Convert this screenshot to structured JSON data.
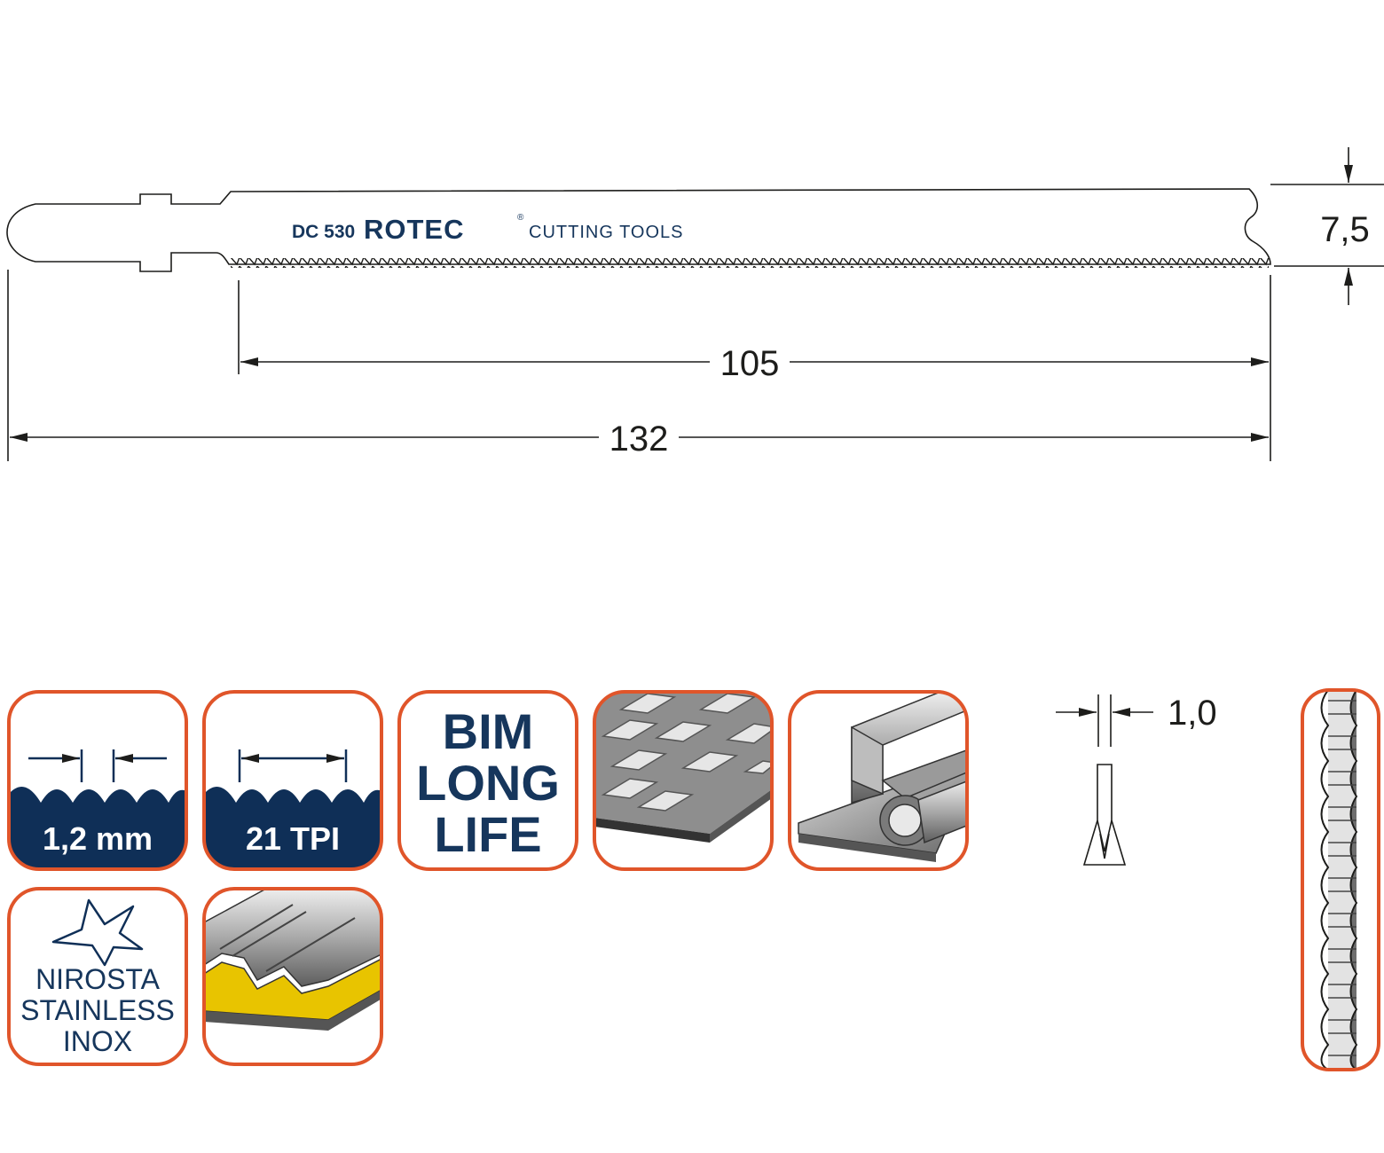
{
  "blade": {
    "model": "DC 530",
    "brand": "ROTEC",
    "registered": "®",
    "tagline": "CUTTING TOOLS"
  },
  "dimensions": {
    "total_length": "132",
    "working_length": "105",
    "blade_width": "7,5",
    "blade_thickness": "1,0"
  },
  "tiles": {
    "tooth_pitch": "1,2 mm",
    "tpi": "21 TPI",
    "bim": [
      "BIM",
      "LONG",
      "LIFE"
    ],
    "material": [
      "NIROSTA",
      "STAINLESS",
      "INOX"
    ]
  },
  "icons": [
    "tooth-pitch-icon",
    "tpi-icon",
    "bim-long-life-icon",
    "sheet-metal-icon",
    "profile-tube-icon",
    "stainless-star-icon",
    "sandwich-panel-icon",
    "blade-cross-section-icon",
    "wavy-set-teeth-icon"
  ],
  "colors": {
    "tile_border": "#e0552a",
    "navy": "#0f2f57",
    "line": "#1d1d1b",
    "yellow": "#e8c400"
  }
}
